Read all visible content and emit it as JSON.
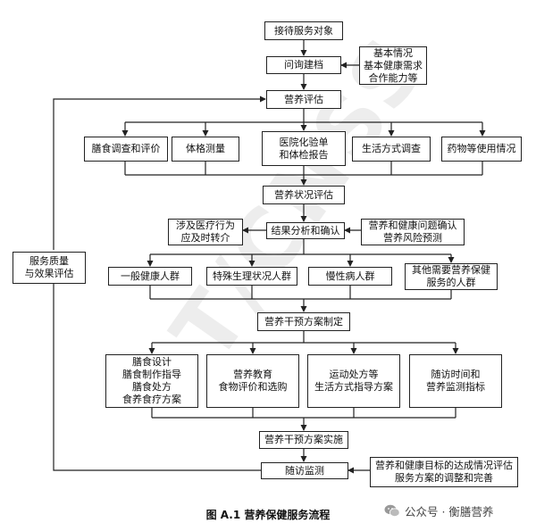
{
  "watermark": "T/CNSS",
  "nodes": {
    "receive": "接待服务对象",
    "inquiry": "问询建档",
    "basic_info": "基本情况\n基本健康需求\n合作能力等",
    "nutrition_assessment": "营养评估",
    "diet_survey": "膳食调查和评价",
    "physical_measure": "体格测量",
    "lab_report": "医院化验单\n和体检报告",
    "lifestyle_survey": "生活方式调查",
    "drug_usage": "药物等使用情况",
    "status_assessment": "营养状况评估",
    "medical_referral": "涉及医疗行为\n应及时转介",
    "result_analysis": "结果分析和确认",
    "problem_confirm": "营养和健康问题确认\n营养风险预测",
    "quality_eval": "服务质量\n与效果评估",
    "general_group": "一般健康人群",
    "special_group": "特殊生理状况人群",
    "chronic_group": "慢性病人群",
    "other_group": "其他需要营养保健\n服务的人群",
    "plan_making": "营养干预方案制定",
    "meal_design": "膳食设计\n膳食制作指导\n膳食处方\n食养食疗方案",
    "nutrition_edu": "营养教育\n食物评价和选购",
    "exercise_rx": "运动处方等\n生活方式指导方案",
    "followup_index": "随访时间和\n营养监测指标",
    "plan_impl": "营养干预方案实施",
    "followup_monitor": "随访监测",
    "goal_eval": "营养和健康目标的达成情况评估\n服务方案的调整和完善"
  },
  "caption": "图 A.1  营养保健服务流程",
  "wechat": "公众号 · 衡膳营养"
}
